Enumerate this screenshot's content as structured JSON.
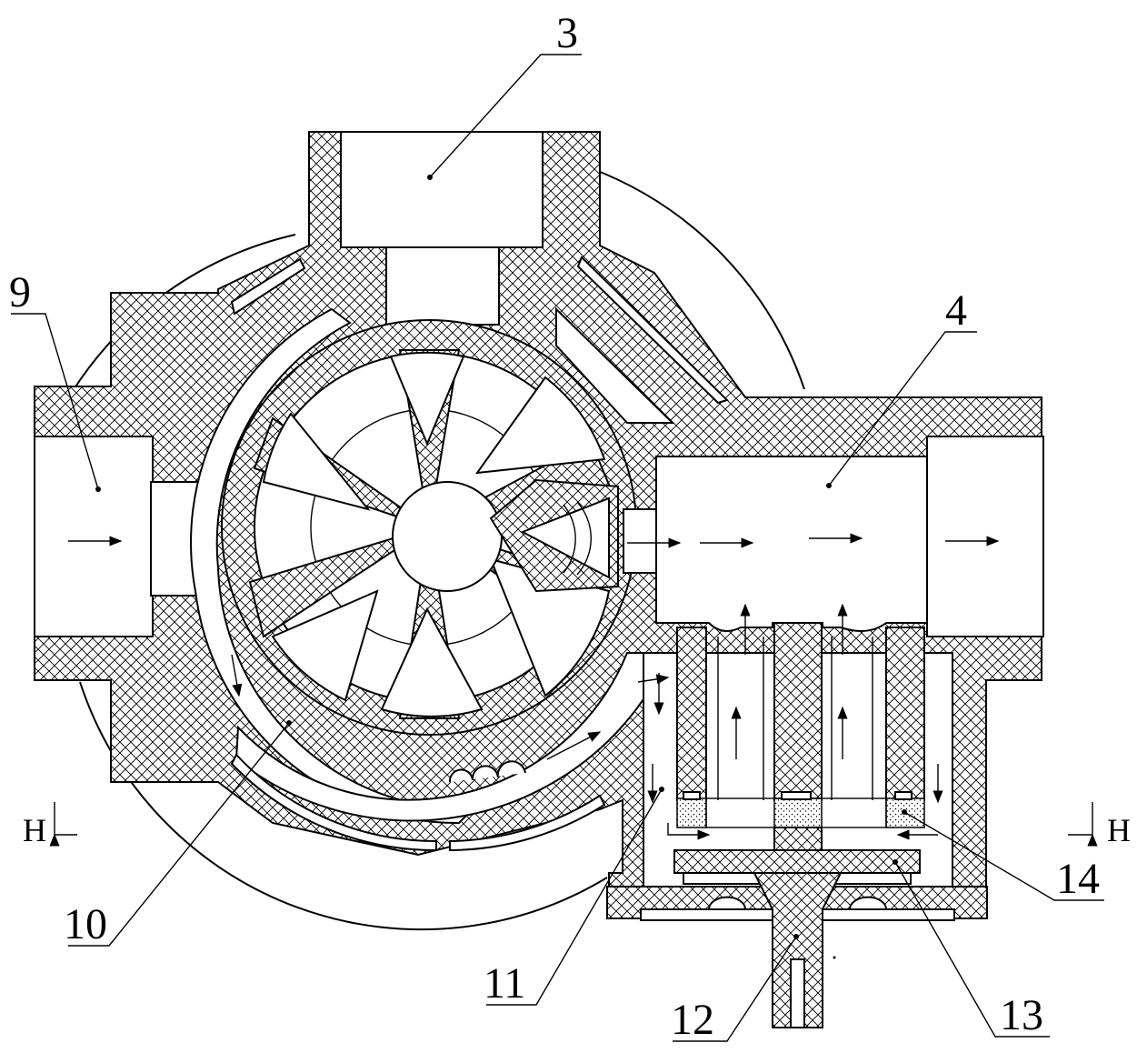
{
  "part_labels": {
    "p3": "3",
    "p4": "4",
    "p9": "9",
    "p10": "10",
    "p11": "11",
    "p12": "12",
    "p13": "13",
    "p14": "14"
  },
  "section_marks": {
    "left": "H",
    "right": "H"
  },
  "colors": {
    "line": "#000000",
    "background": "#ffffff"
  }
}
